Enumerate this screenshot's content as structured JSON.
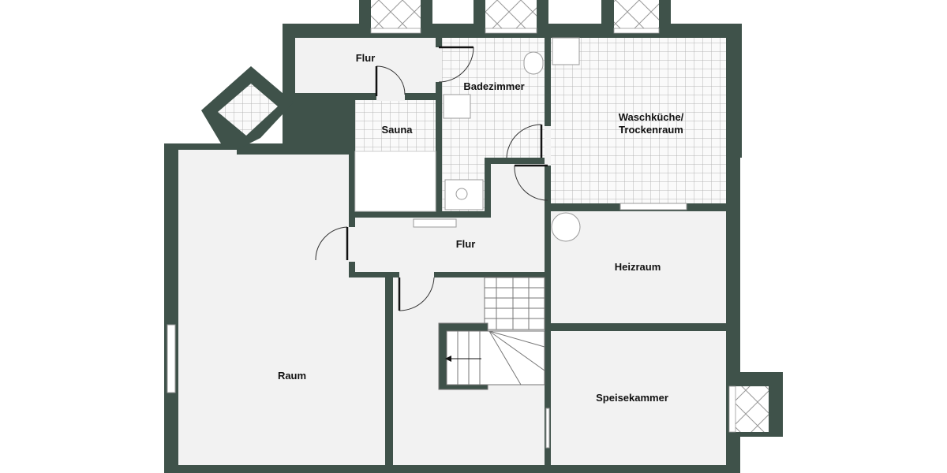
{
  "colors": {
    "wall": "#3f524a",
    "floor": "#f2f2f2",
    "tile_line": "#b8b8b8",
    "window": "#ffffff"
  },
  "rooms": {
    "flur_top": "Flur",
    "badezimmer": "Badezimmer",
    "sauna": "Sauna",
    "waschkueche_line1": "Waschküche/",
    "waschkueche_line2": "Trockenraum",
    "flur_middle": "Flur",
    "heizraum": "Heizraum",
    "raum": "Raum",
    "speisekammer": "Speisekammer"
  }
}
